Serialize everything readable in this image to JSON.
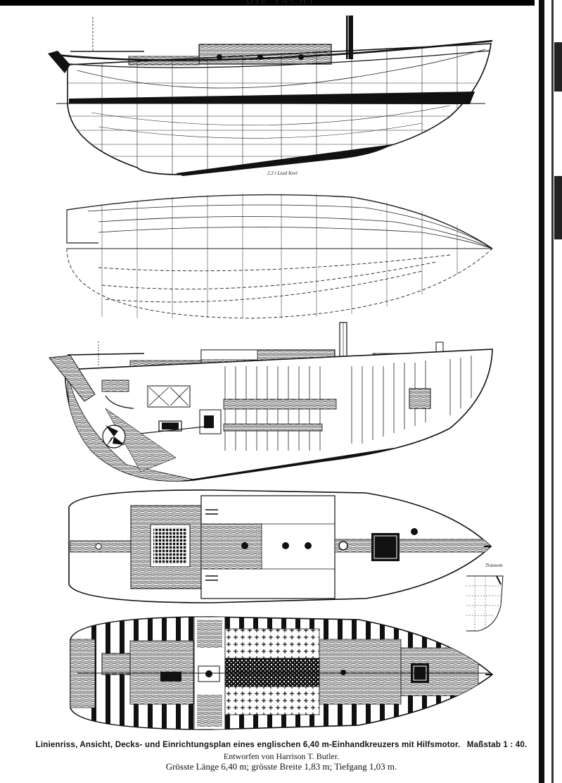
{
  "page": {
    "running_header": "DIE YACHT"
  },
  "caption": {
    "title": "Linienriss, Ansicht, Decks- und Einrichtungsplan eines englischen 6,40 m-Einhandkreuzers mit Hilfsmotor.",
    "scale": "Maßstab 1 : 40.",
    "designer": "Entworfen von Harrison T. Butler.",
    "dimensions": "Grösste Länge 6,40 m; grösste Breite 1,83 m; Tiefgang 1,03 m."
  },
  "drawing_labels": {
    "keel_note": "2,3 t Lead Keel",
    "transom_label": "Transom"
  },
  "colors": {
    "ink": "#111111",
    "paper": "#ffffff",
    "wood_hatch": "#444444"
  }
}
